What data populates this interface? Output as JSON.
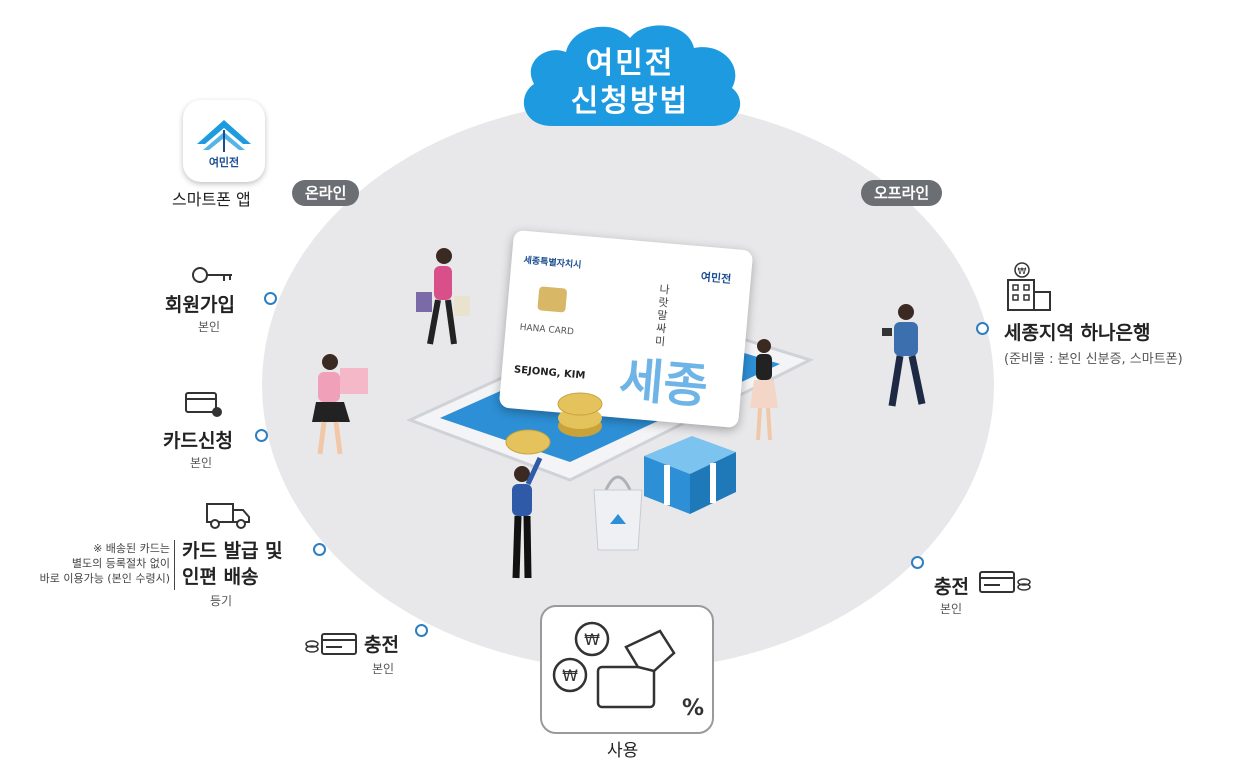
{
  "cloud": {
    "line1": "여민전",
    "line2": "신청방법"
  },
  "tags": {
    "online": "온라인",
    "offline": "오프라인"
  },
  "app": {
    "icon_text": "여민전",
    "label": "스마트폰 앱"
  },
  "steps": {
    "signup": {
      "title": "회원가입",
      "sub": "본인"
    },
    "card_apply": {
      "title": "카드신청",
      "sub": "본인"
    },
    "delivery": {
      "title_line1": "카드 발급 및",
      "title_line2": "인편 배송",
      "sub": "등기"
    },
    "delivery_note": [
      "※ 배송된 카드는",
      "별도의 등록절차 없이",
      "바로 이용가능 (본인 수령시)"
    ],
    "charge_online": {
      "title": "충전",
      "sub": "본인"
    },
    "use": {
      "title": "사용"
    },
    "bank": {
      "title": "세종지역 하나은행",
      "sub": "(준비물 : 본인 신분증, 스마트폰)"
    },
    "charge_offline": {
      "title": "충전",
      "sub": "본인"
    }
  },
  "card": {
    "brand_left": "세종특별자치시",
    "brand_right": "여민전",
    "issuer": "HANA CARD",
    "holder": "SEJONG, KIM",
    "watermark": "세종",
    "vertical_text": "나랏말싸미"
  },
  "colors": {
    "accent_blue": "#2d8fd5",
    "cloud_blue": "#1e9be0",
    "pill_gray": "#6b6e73",
    "circle_gray": "#e8e8ea"
  }
}
